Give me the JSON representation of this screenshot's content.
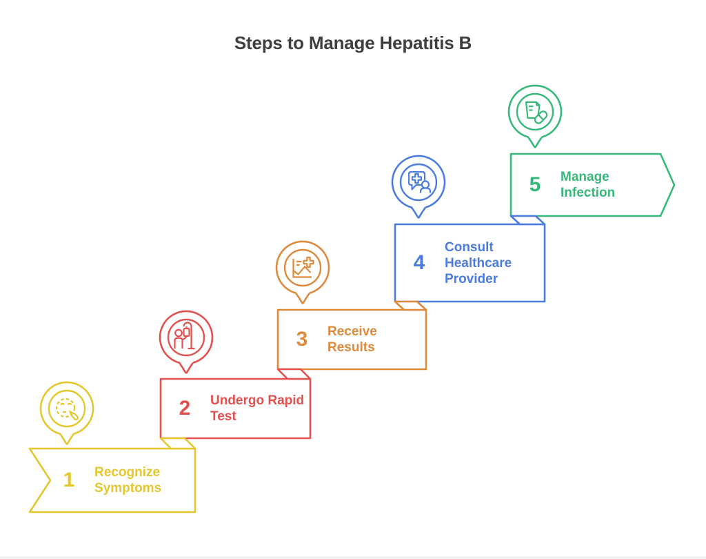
{
  "title": "Steps to Manage Hepatitis B",
  "title_color": "#3e3e3e",
  "background_color": "#ffffff",
  "steps": [
    {
      "number": "1",
      "label": "Recognize Symptoms",
      "color": "#e4c62e",
      "icon": "symptoms-face-swab-icon"
    },
    {
      "number": "2",
      "label": "Undergo Rapid Test",
      "color": "#e2504f",
      "icon": "patient-iv-drip-icon"
    },
    {
      "number": "3",
      "label": "Receive Results",
      "color": "#de8a3c",
      "icon": "medical-results-chart-icon"
    },
    {
      "number": "4",
      "label": "Consult Healthcare Provider",
      "color": "#4d7cdf",
      "icon": "healthcare-chat-person-icon"
    },
    {
      "number": "5",
      "label": "Manage Infection",
      "color": "#36b87a",
      "icon": "medicine-cup-pill-icon"
    }
  ]
}
